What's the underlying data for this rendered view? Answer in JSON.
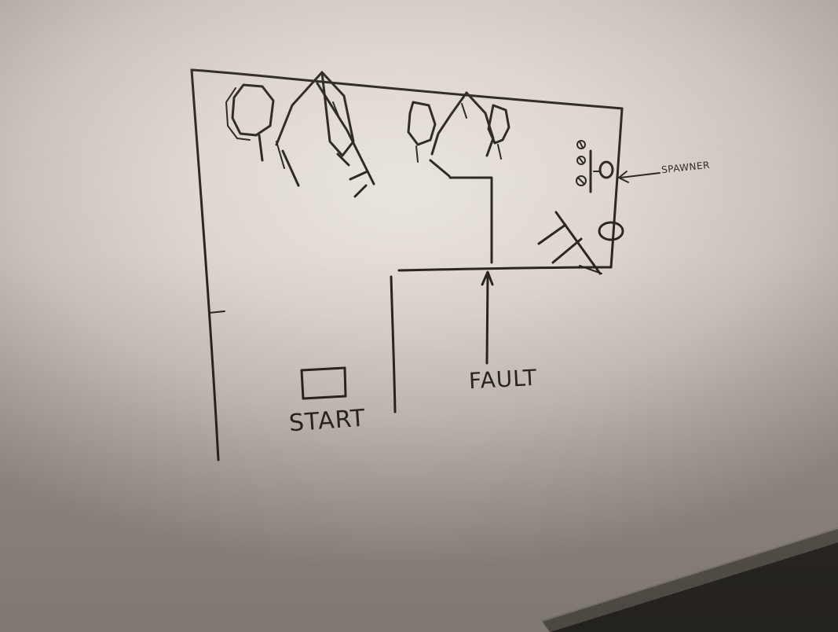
{
  "photo": {
    "subject": "whiteboard",
    "ink_color": "#2a2622",
    "board_color": "#e3ddd6"
  },
  "labels": {
    "start": "START",
    "fault": "FAULT",
    "spawner": "SPAWNER"
  },
  "icons": {
    "trees": "tree-sketch-icon",
    "start_box": "rectangle-icon",
    "spawn_circle": "circle-icon"
  }
}
